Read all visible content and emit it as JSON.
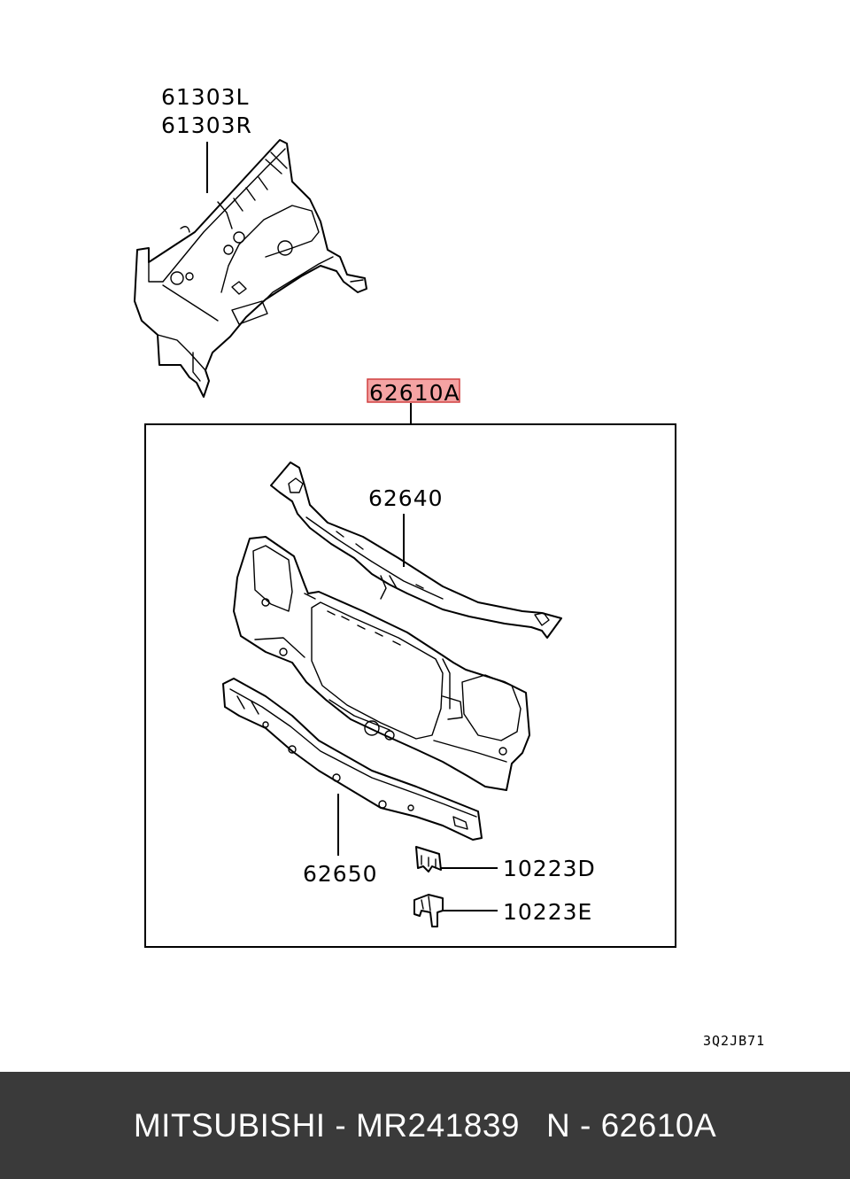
{
  "labels": {
    "part_61303L": "61303L",
    "part_61303R": "61303R",
    "part_62610A": "62610A",
    "part_62640": "62640",
    "part_62650": "62650",
    "part_10223D": "10223D",
    "part_10223E": "10223E",
    "diagram_code": "3Q2JB71"
  },
  "highlight_color": "#f4a3a3",
  "footer": {
    "brand_part": "MITSUBISHI - MR241839",
    "ref": "N - 62610A"
  }
}
